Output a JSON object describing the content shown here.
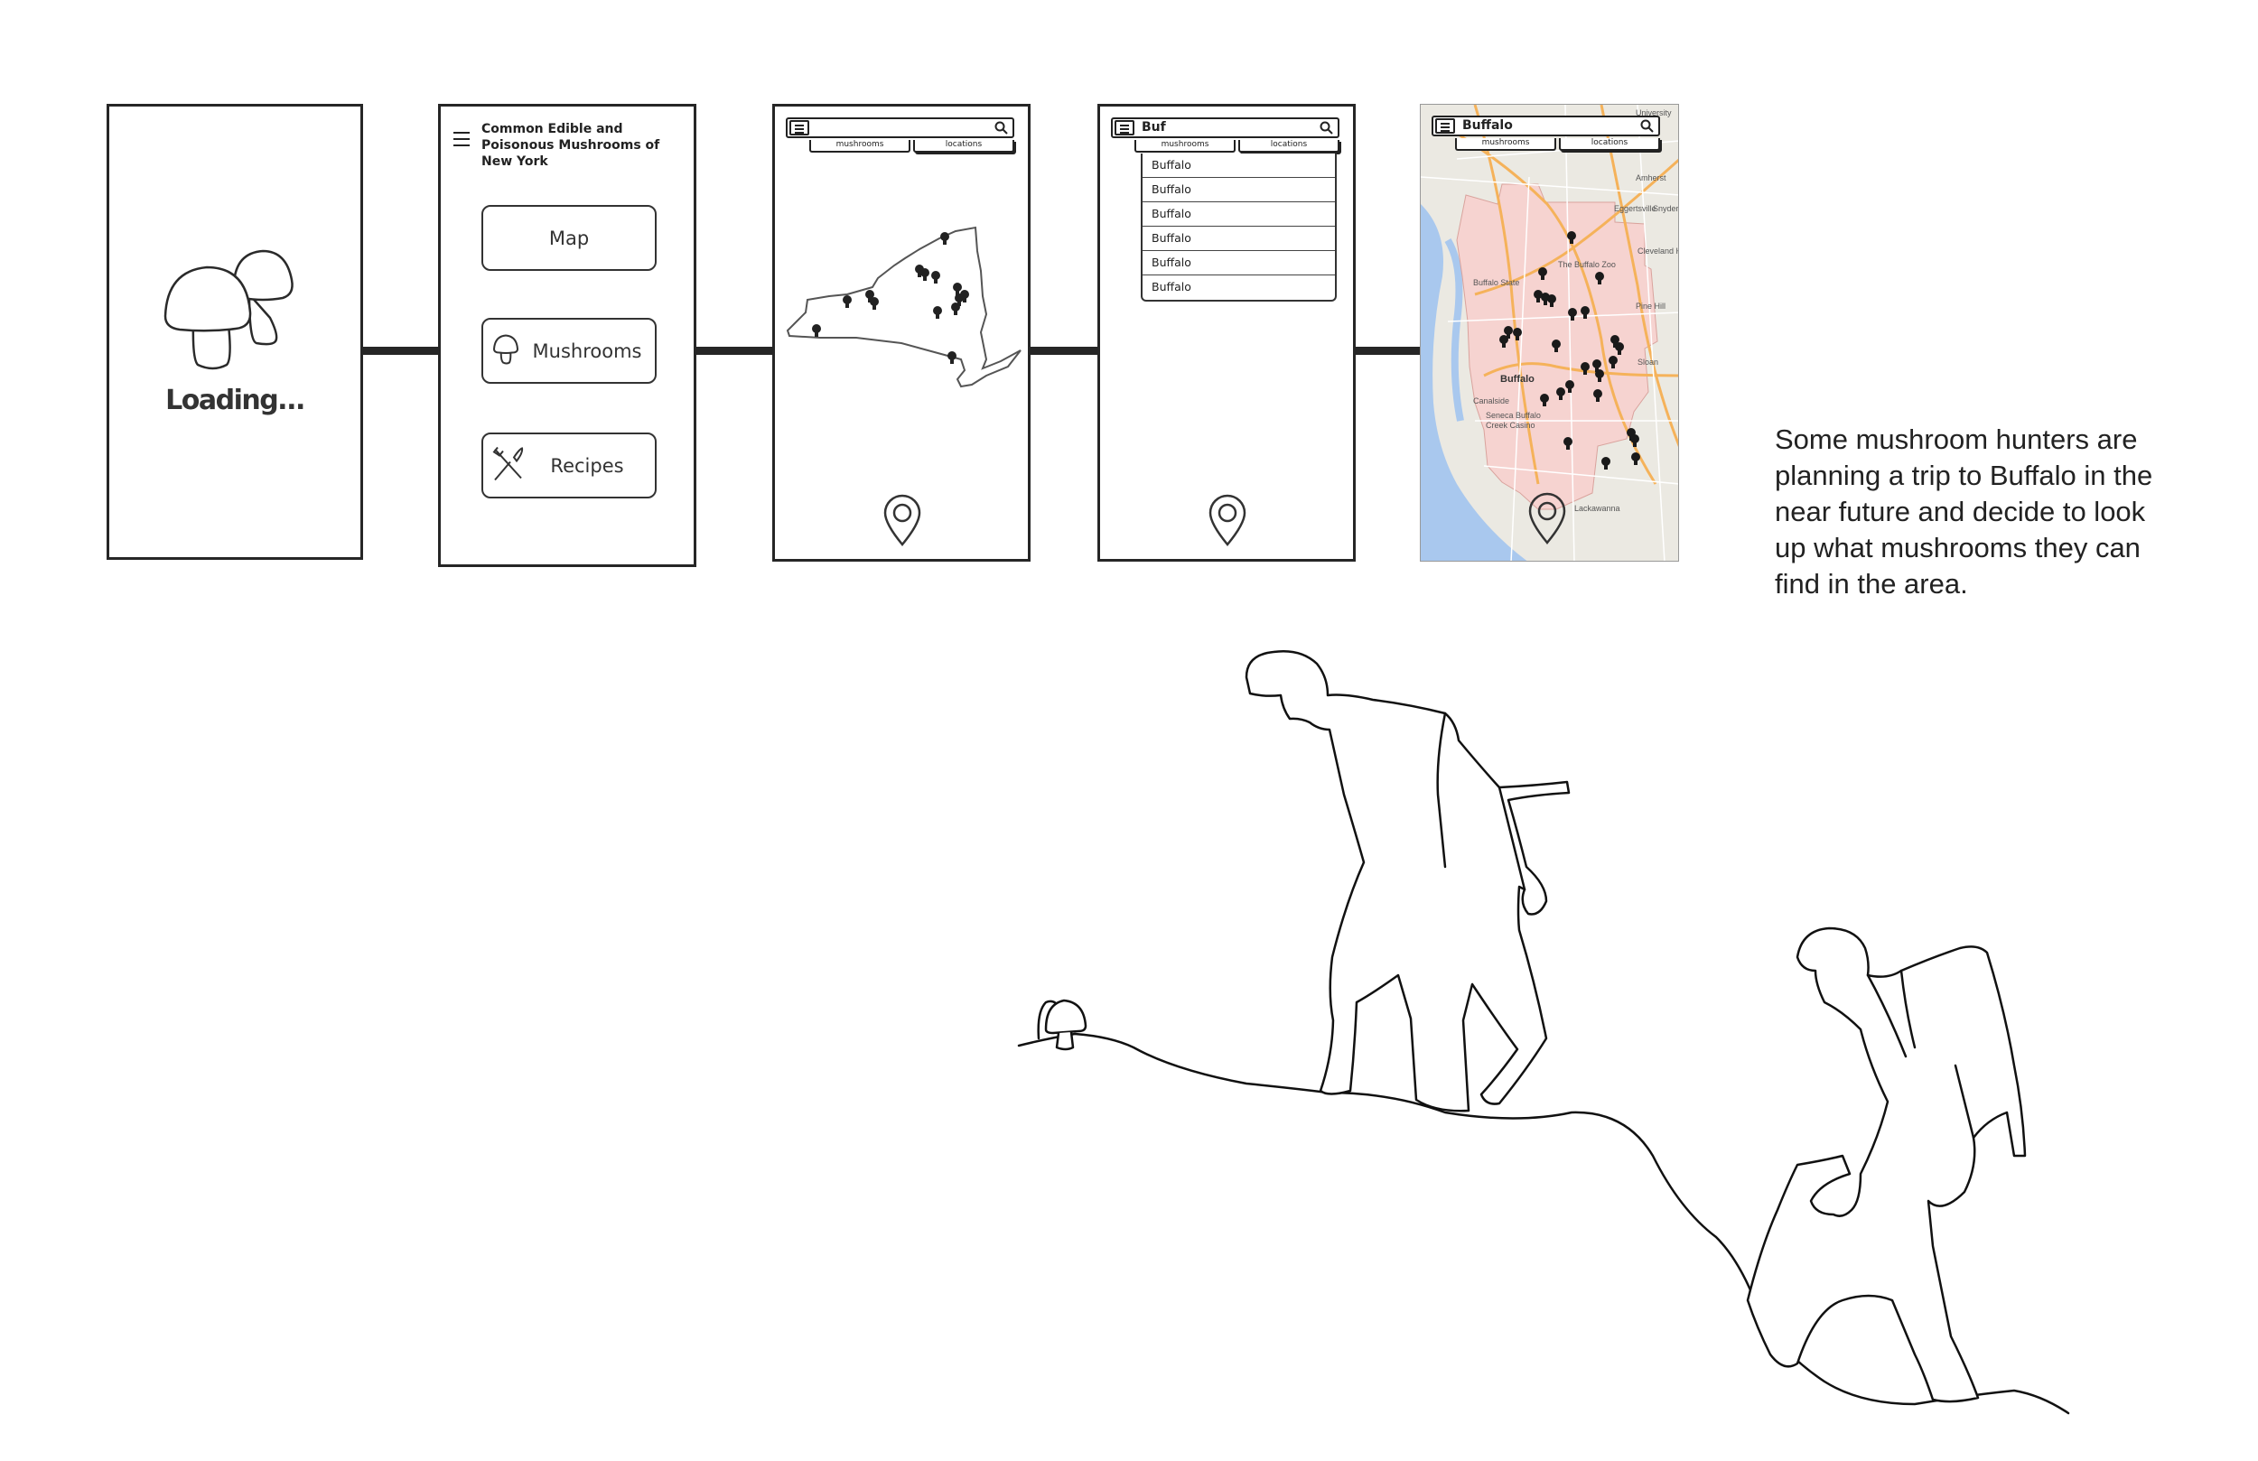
{
  "screens": {
    "loading": {
      "text": "Loading..."
    },
    "menu": {
      "title": "Common Edible and Poisonous Mushrooms of New York",
      "buttons": [
        {
          "label": "Map"
        },
        {
          "label": "Mushrooms",
          "icon": "mushroom-icon"
        },
        {
          "label": "Recipes",
          "icon": "fork-knife-icon"
        }
      ]
    },
    "map_empty": {
      "search_value": "",
      "tabs": [
        "mushrooms",
        "locations"
      ]
    },
    "map_search": {
      "search_value": "Buf",
      "tabs": [
        "mushrooms",
        "locations"
      ],
      "suggestions": [
        "Buffalo",
        "Buffalo",
        "Buffalo",
        "Buffalo",
        "Buffalo",
        "Buffalo"
      ]
    },
    "map_result": {
      "search_value": "Buffalo",
      "tabs": [
        "mushrooms",
        "locations"
      ],
      "map_labels": [
        "University",
        "Amherst",
        "Eggertsville",
        "Snyder",
        "Cleveland Hill",
        "The Buffalo Zoo",
        "Buffalo State",
        "Pine Hill",
        "Sloan",
        "Buffalo",
        "Canalside",
        "Seneca Buffalo Creek Casino",
        "Lackawanna"
      ]
    }
  },
  "caption": "Some mushroom hunters are planning a trip to Buffalo in the near future and decide to look up what mushrooms they can find in the area.",
  "colors": {
    "ink": "#262626",
    "map_area": "#f6d3d0",
    "water": "#a9c8ee",
    "road": "#f5b25a"
  }
}
